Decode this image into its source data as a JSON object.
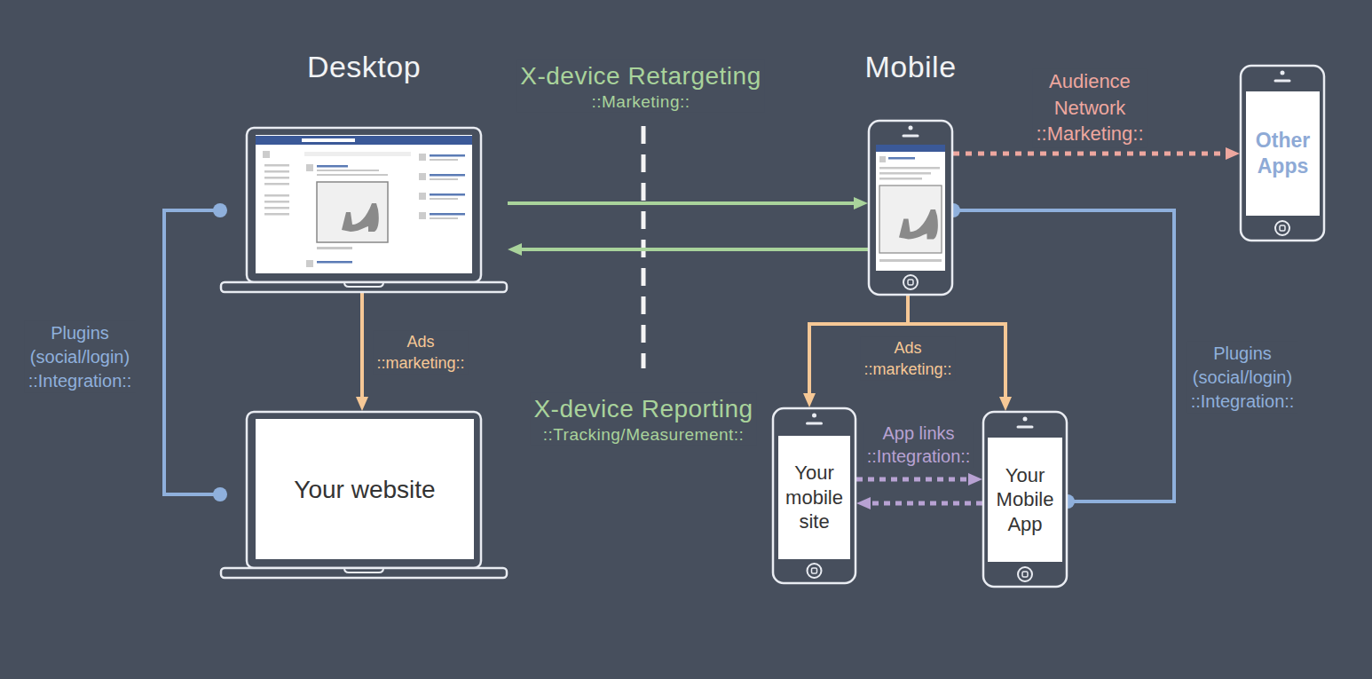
{
  "diagram": {
    "nodes": [
      {
        "text": [
          "Desktop"
        ]
      },
      {
        "text": [
          "Your website"
        ]
      },
      {
        "text": [
          "Mobile"
        ]
      },
      {
        "text": [
          "Other Apps"
        ]
      },
      {
        "text": [
          "Your mobile site"
        ]
      },
      {
        "text": [
          "Your Mobile App"
        ]
      }
    ],
    "edges": [
      {
        "from": 0,
        "to": 2,
        "arrow": "to",
        "label": "X-device Retargeting ::Marketing::"
      },
      {
        "from": 2,
        "to": 0,
        "arrow": "to"
      },
      {
        "from": 0,
        "to": 1,
        "arrow": "to",
        "label": "Ads ::marketing::"
      },
      {
        "from": 0,
        "to": 1,
        "arrow": "none",
        "label": "Plugins (social/login) ::Integration::"
      },
      {
        "from": 2,
        "to": 3,
        "arrow": "to",
        "label": "Audience Network ::Marketing::"
      },
      {
        "from": 2,
        "to": 4,
        "arrow": "to",
        "label": "Ads ::marketing::"
      },
      {
        "from": 2,
        "to": 5,
        "arrow": "to"
      },
      {
        "from": 4,
        "to": 5,
        "arrow": "to",
        "label": "App links ::Integration::"
      },
      {
        "from": 5,
        "to": 4,
        "arrow": "to"
      },
      {
        "from": 2,
        "to": 5,
        "arrow": "none",
        "label": "Plugins (social/login) ::Integration::"
      }
    ],
    "labels": [
      "X-device Reporting ::Tracking/Measurement::"
    ]
  }
}
